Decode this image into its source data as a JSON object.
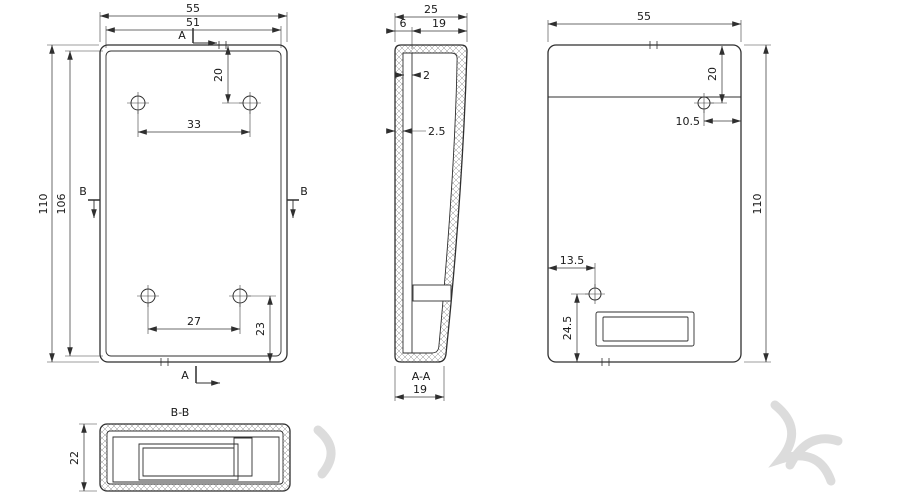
{
  "drawing": {
    "front": {
      "width_outer": "55",
      "width_inner": "51",
      "height_outer": "110",
      "height_inner": "106",
      "hole_top_offset": "20",
      "hole_top_spacing": "33",
      "hole_bottom_spacing": "27",
      "hole_bottom_offset": "23",
      "section_a": "A",
      "section_b": "B"
    },
    "section_aa": {
      "title": "A-A",
      "depth_outer": "25",
      "lip_depth": "6",
      "inner_depth": "19",
      "wall_top": "2",
      "wall_front": "2.5",
      "bottom_depth": "19"
    },
    "back": {
      "width": "55",
      "height": "110",
      "hole_top_offset": "20",
      "hole_edge_offset": "10.5",
      "hole_bottom_edge_offset": "13.5",
      "slot_bottom_offset": "24.5"
    },
    "section_bb": {
      "title": "B-B",
      "depth": "22"
    }
  }
}
